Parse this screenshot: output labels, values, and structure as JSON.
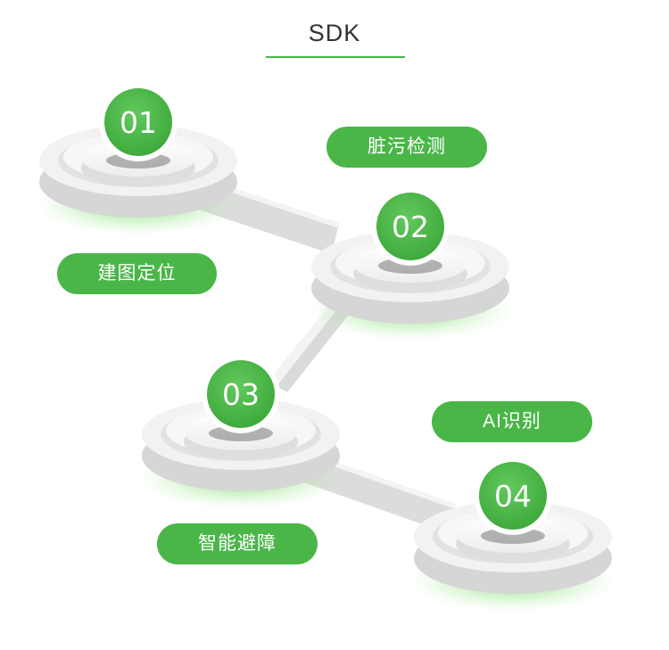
{
  "title": "SDK",
  "nodes": [
    {
      "number": "01",
      "label": "建图定位"
    },
    {
      "number": "02",
      "label": "脏污检测"
    },
    {
      "number": "03",
      "label": "智能避障"
    },
    {
      "number": "04",
      "label": "AI识别"
    }
  ],
  "colors": {
    "accent": "#4ab648",
    "platform": "#f2f2f2",
    "platform_shadow": "#d6d6d6",
    "title_text": "#333333"
  }
}
